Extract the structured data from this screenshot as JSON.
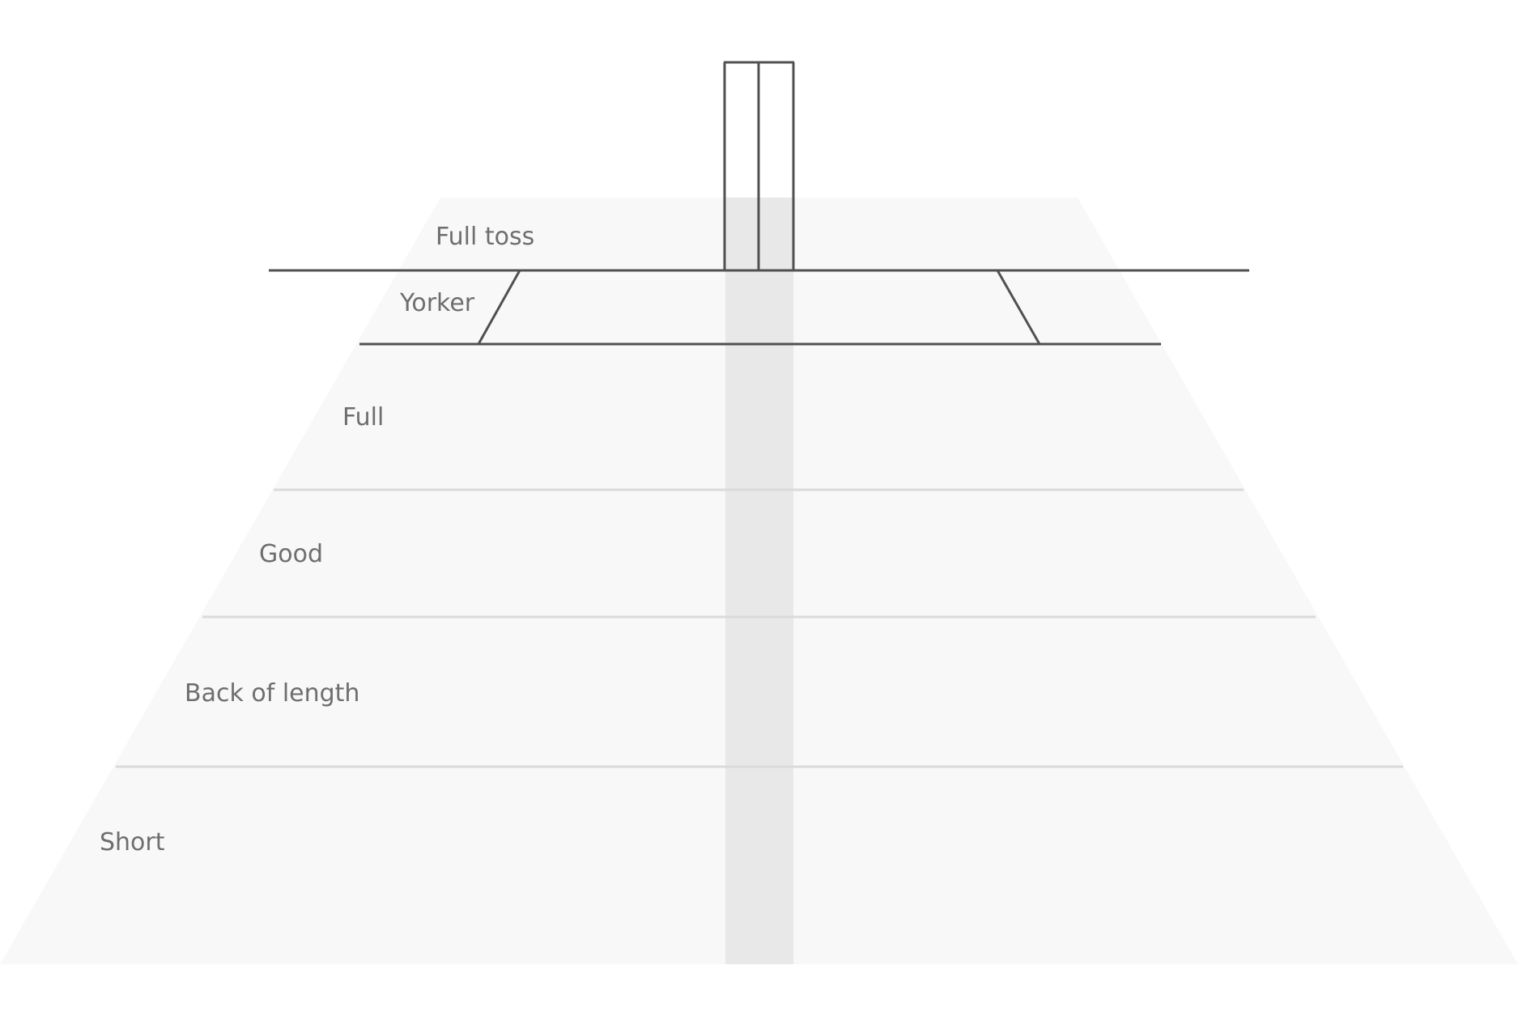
{
  "diagram": {
    "zones": [
      {
        "id": "full-toss",
        "label": "Full toss"
      },
      {
        "id": "yorker",
        "label": "Yorker"
      },
      {
        "id": "full",
        "label": "Full"
      },
      {
        "id": "good",
        "label": "Good"
      },
      {
        "id": "back-of-length",
        "label": "Back of length"
      },
      {
        "id": "short",
        "label": "Short"
      }
    ],
    "colors": {
      "pitch_fill": "#f8f8f8",
      "stump_corridor": "#e8e8e8",
      "line_dark": "#505050",
      "line_light": "#dadada",
      "label_text": "#6e6e6e"
    }
  }
}
